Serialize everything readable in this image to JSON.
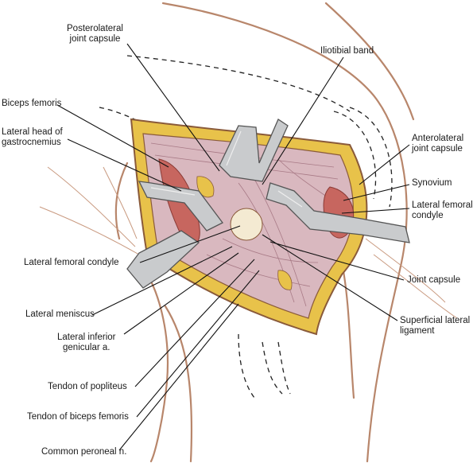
{
  "labels": {
    "posterolateral_capsule": [
      "Posterolateral",
      "joint capsule"
    ],
    "iliotibial_band": "Iliotibial band",
    "biceps_femoris": "Biceps femoris",
    "lateral_head_gastrocnemius": [
      "Lateral head of",
      "gastrocnemius"
    ],
    "anterolateral_capsule": [
      "Anterolateral",
      "joint capsule"
    ],
    "synovium": "Synovium",
    "lateral_femoral_condyle_right": [
      "Lateral femoral",
      "condyle"
    ],
    "lateral_femoral_condyle_left": "Lateral femoral condyle",
    "joint_capsule": "Joint capsule",
    "lateral_meniscus": "Lateral meniscus",
    "superficial_lateral_ligament": [
      "Superficial lateral",
      "ligament"
    ],
    "lateral_inferior_genicular": [
      "Lateral inferior",
      "genicular a."
    ],
    "tendon_popliteus": "Tendon of popliteus",
    "tendon_biceps_femoris": "Tendon of biceps femoris",
    "common_peroneal": "Common peroneal n."
  },
  "colors": {
    "skin_outline": "#b8866b",
    "wound_edge": "#8a5a3a",
    "fat": "#e8c24a",
    "tissue": "#d9b8bf",
    "muscle": "#c7665f",
    "retractor": "#c9cbcd",
    "leader": "#111111"
  }
}
